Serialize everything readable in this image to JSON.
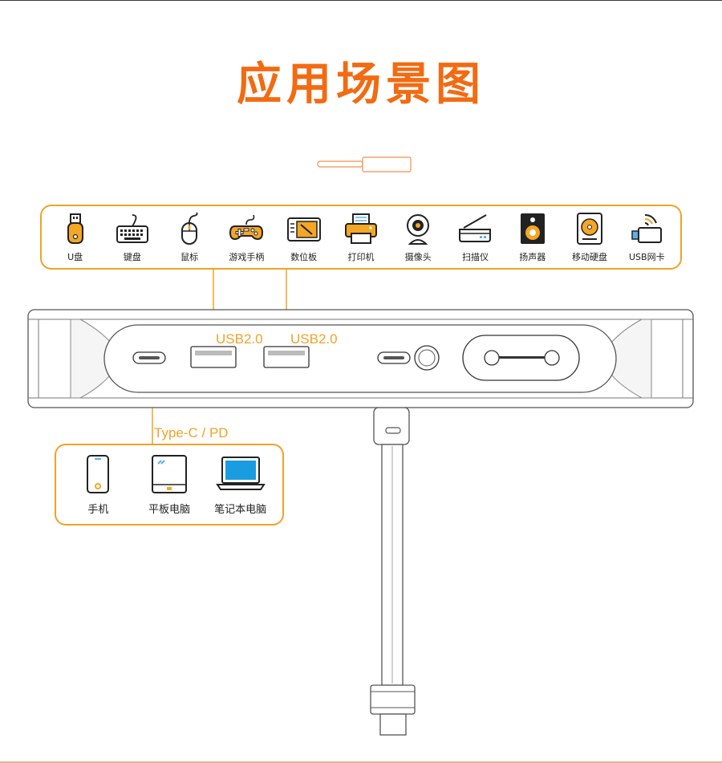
{
  "title": "应用场景图",
  "colors": {
    "accent": "#f0a327",
    "title": "#f26b12",
    "outline": "#555555"
  },
  "usb_devices": [
    {
      "label": "U盘",
      "icon": "usb-drive-icon"
    },
    {
      "label": "键盘",
      "icon": "keyboard-icon"
    },
    {
      "label": "鼠标",
      "icon": "mouse-icon"
    },
    {
      "label": "游戏手柄",
      "icon": "gamepad-icon"
    },
    {
      "label": "数位板",
      "icon": "drawing-tablet-icon"
    },
    {
      "label": "打印机",
      "icon": "printer-icon"
    },
    {
      "label": "摄像头",
      "icon": "webcam-icon"
    },
    {
      "label": "扫描仪",
      "icon": "scanner-icon"
    },
    {
      "label": "扬声器",
      "icon": "speaker-icon"
    },
    {
      "label": "移动硬盘",
      "icon": "hard-drive-icon"
    },
    {
      "label": "USB网卡",
      "icon": "wifi-adapter-icon"
    }
  ],
  "ports": {
    "usb1": "USB2.0",
    "usb2": "USB2.0",
    "typec": "Type-C / PD"
  },
  "pd_devices": [
    {
      "label": "手机",
      "icon": "phone-icon"
    },
    {
      "label": "平板电脑",
      "icon": "tablet-icon"
    },
    {
      "label": "笔记本电脑",
      "icon": "laptop-icon"
    }
  ]
}
